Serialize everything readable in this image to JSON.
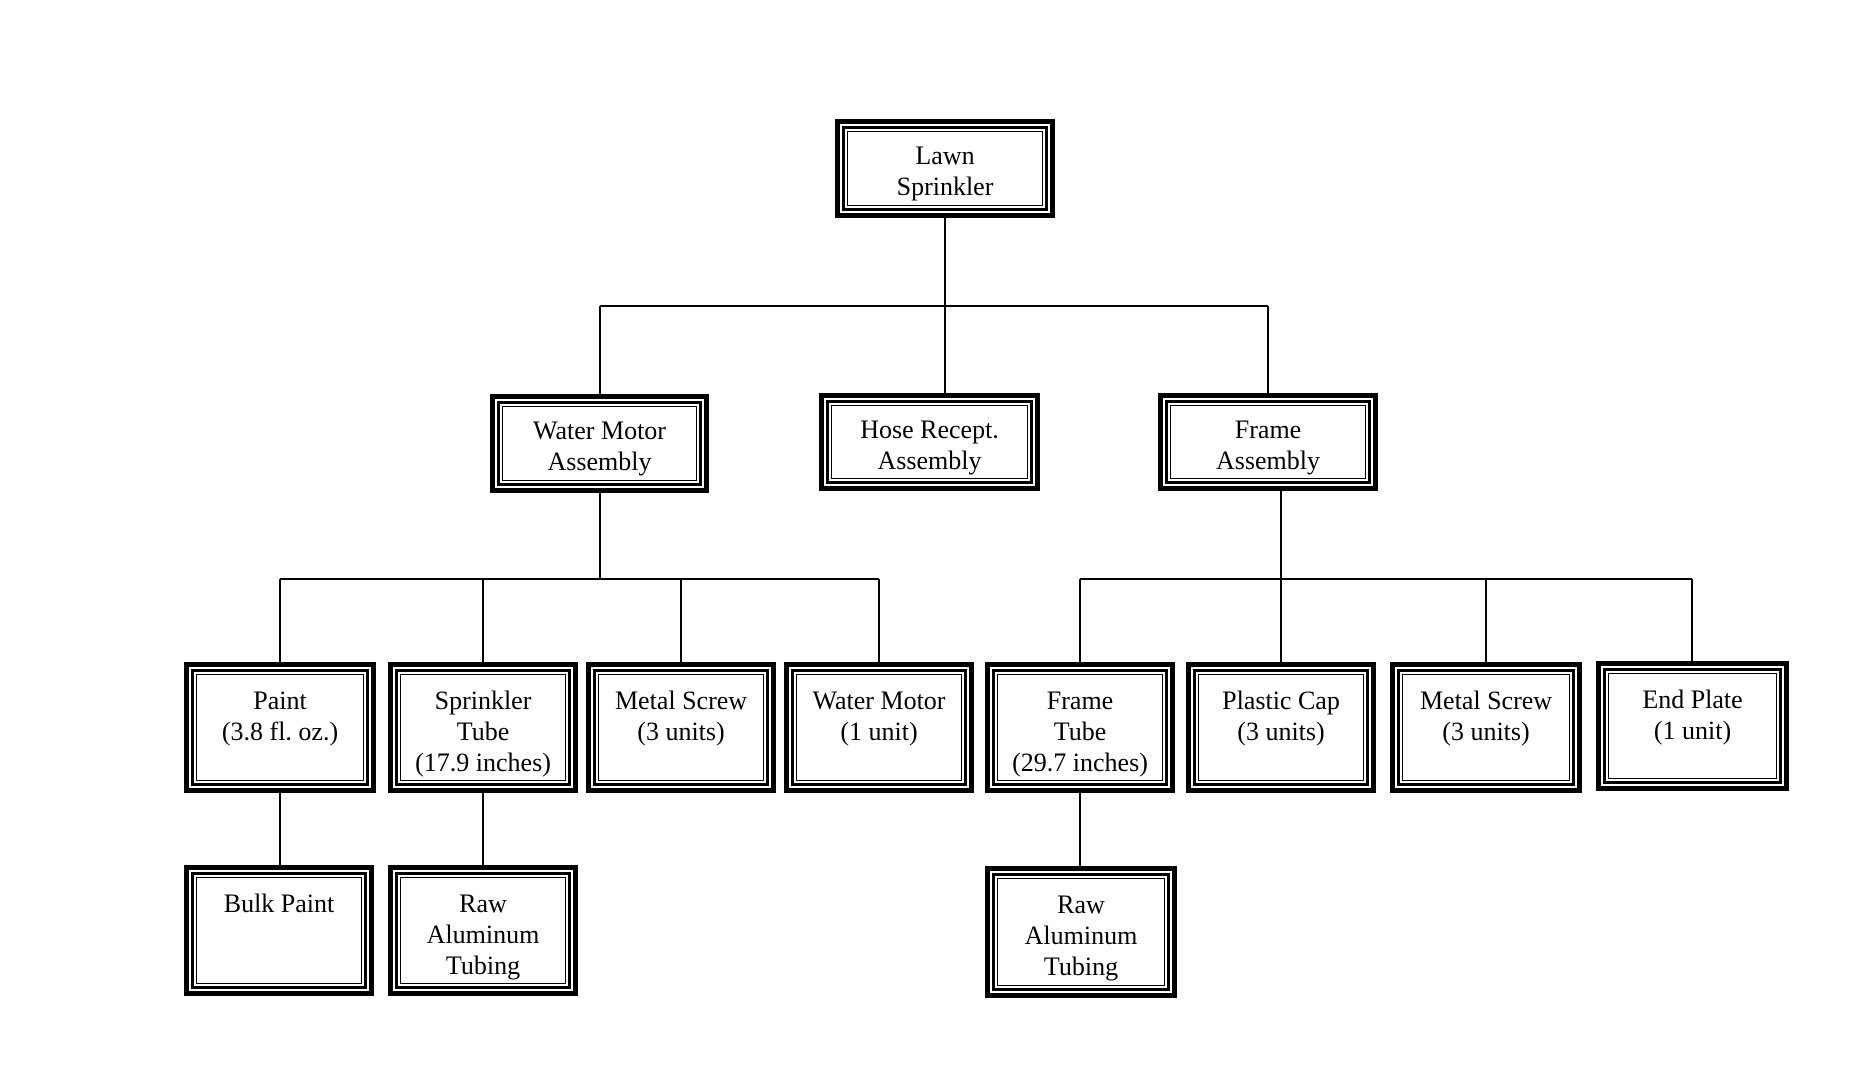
{
  "diagram": {
    "kind": "product-structure-tree",
    "root": "lawn_sprinkler",
    "colors": {
      "background": "#ffffff",
      "box_border": "#000000",
      "text": "#000000",
      "connector": "#000000"
    }
  },
  "nodes": {
    "lawn_sprinkler": {
      "label": "Lawn\nSprinkler"
    },
    "water_motor_assembly": {
      "label": "Water Motor\nAssembly"
    },
    "hose_recept_assembly": {
      "label": "Hose Recept.\nAssembly"
    },
    "frame_assembly": {
      "label": "Frame\nAssembly"
    },
    "paint": {
      "label": "Paint\n(3.8 fl. oz.)"
    },
    "sprinkler_tube": {
      "label": "Sprinkler\nTube\n(17.9 inches)"
    },
    "metal_screw_water_motor": {
      "label": "Metal Screw\n(3 units)"
    },
    "water_motor": {
      "label": "Water Motor\n(1 unit)"
    },
    "frame_tube": {
      "label": "Frame\nTube\n(29.7 inches)"
    },
    "plastic_cap": {
      "label": "Plastic Cap\n(3 units)"
    },
    "metal_screw_frame": {
      "label": "Metal Screw\n(3 units)"
    },
    "end_plate": {
      "label": "End Plate\n(1 unit)"
    },
    "bulk_paint": {
      "label": "Bulk Paint"
    },
    "raw_aluminum_tubing_sprinkler": {
      "label": "Raw\nAluminum\nTubing"
    },
    "raw_aluminum_tubing_frame": {
      "label": "Raw\nAluminum\nTubing"
    }
  },
  "edges": [
    [
      "lawn_sprinkler",
      "water_motor_assembly"
    ],
    [
      "lawn_sprinkler",
      "hose_recept_assembly"
    ],
    [
      "lawn_sprinkler",
      "frame_assembly"
    ],
    [
      "water_motor_assembly",
      "paint"
    ],
    [
      "water_motor_assembly",
      "sprinkler_tube"
    ],
    [
      "water_motor_assembly",
      "metal_screw_water_motor"
    ],
    [
      "water_motor_assembly",
      "water_motor"
    ],
    [
      "frame_assembly",
      "frame_tube"
    ],
    [
      "frame_assembly",
      "plastic_cap"
    ],
    [
      "frame_assembly",
      "metal_screw_frame"
    ],
    [
      "frame_assembly",
      "end_plate"
    ],
    [
      "paint",
      "bulk_paint"
    ],
    [
      "sprinkler_tube",
      "raw_aluminum_tubing_sprinkler"
    ],
    [
      "frame_tube",
      "raw_aluminum_tubing_frame"
    ]
  ]
}
